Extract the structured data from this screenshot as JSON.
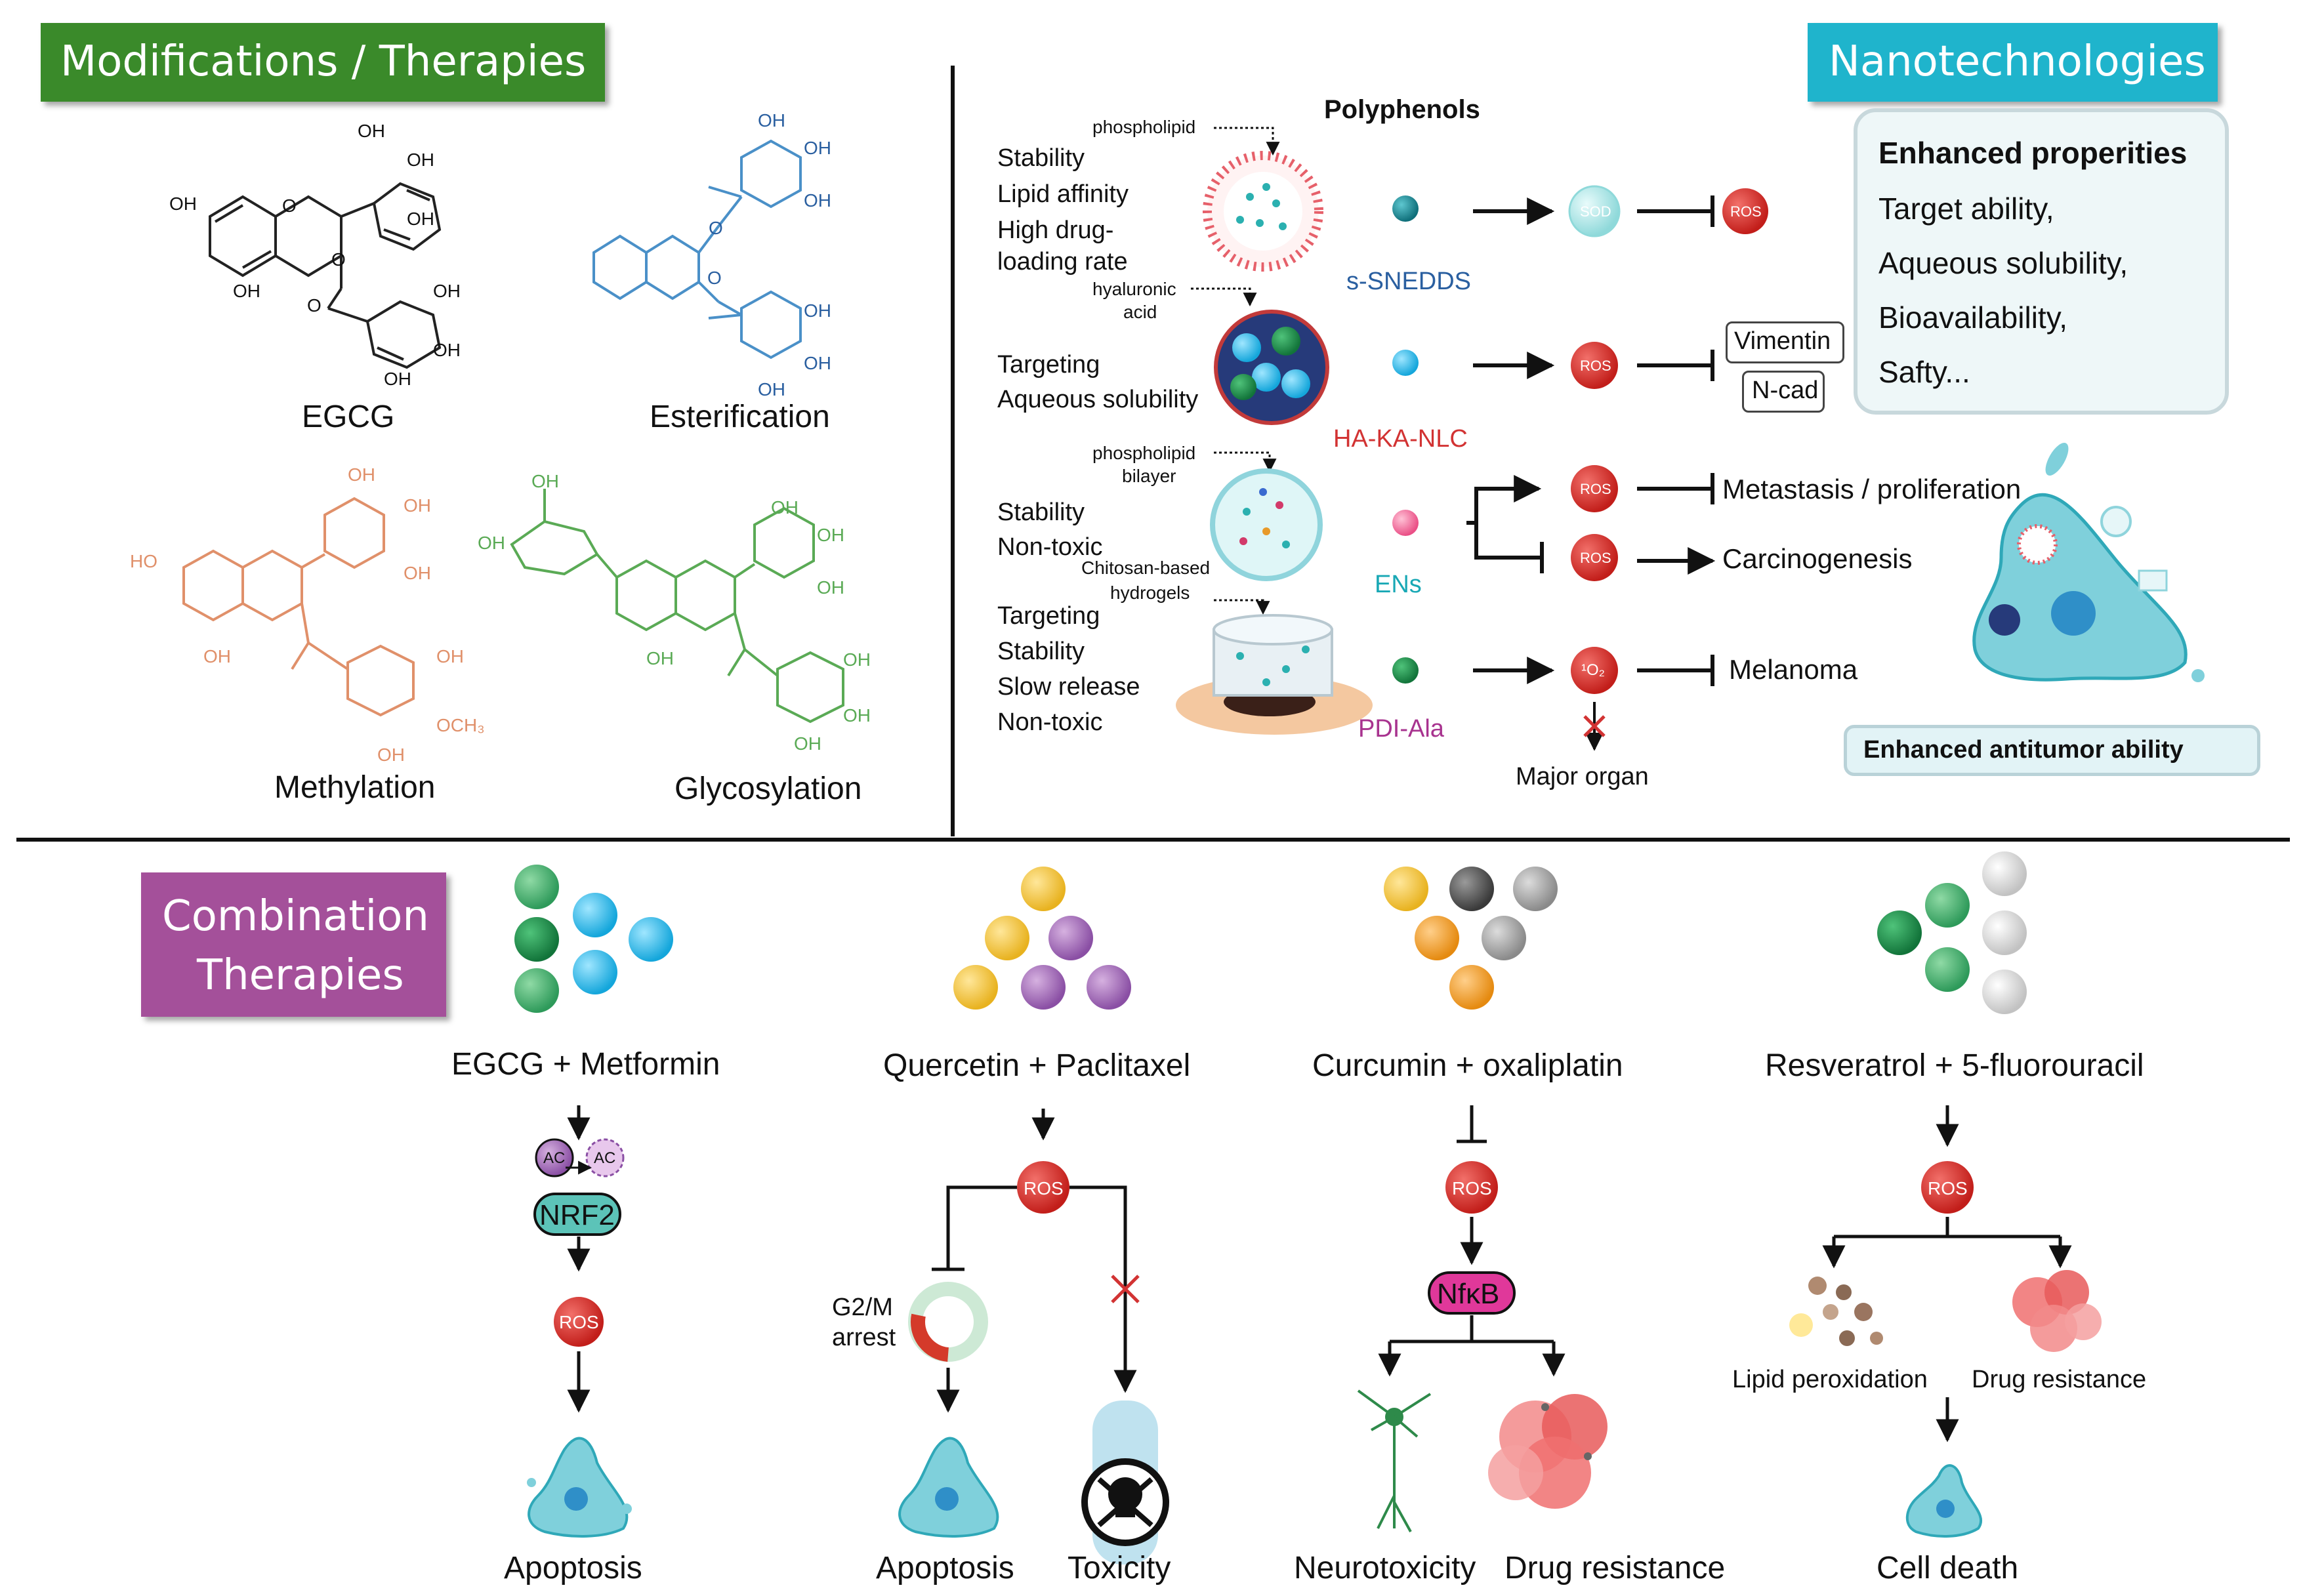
{
  "sections": {
    "modifications": {
      "title": "Modifications / Therapies",
      "color": "#3a8a2a"
    },
    "nano": {
      "title": "Nanotechnologies",
      "color": "#1fb4cc"
    },
    "combination": {
      "title_line1": "Combination",
      "title_line2": "Therapies",
      "color": "#a4509a"
    }
  },
  "molecules": {
    "egcg": "EGCG",
    "esterification": "Esterification",
    "methylation": "Methylation",
    "glycosylation": "Glycosylation",
    "atoms": {
      "oh": "OH",
      "ho": "HO",
      "o": "O",
      "och3": "OCH₃"
    }
  },
  "nano": {
    "polyphenols": "Polyphenols",
    "row1": {
      "props": [
        "Stability",
        "Lipid affinity",
        "High drug-",
        "loading rate"
      ],
      "callout_top": "phospholipid",
      "callout_bottom_1": "hyaluronic",
      "callout_bottom_2": "acid",
      "name": "s-SNEDDS",
      "node1": "SOD",
      "node2": "ROS"
    },
    "row2": {
      "props": [
        "Targeting",
        "Aqueous solubility"
      ],
      "name": "HA-KA-NLC",
      "node1": "ROS",
      "target1": "Vimentin",
      "target2": "N-cad"
    },
    "row3": {
      "callout_top_1": "phospholipid",
      "callout_top_2": "bilayer",
      "props": [
        "Stability",
        "Non-toxic"
      ],
      "callout_bottom_1": "Chitosan-based",
      "callout_bottom_2": "hydrogels",
      "name": "ENs",
      "node_up": "ROS",
      "node_down": "ROS",
      "effect_up": "Metastasis / proliferation",
      "effect_down": "Carcinogenesis"
    },
    "row4": {
      "props": [
        "Targeting",
        "Stability",
        "Slow release",
        "Non-toxic"
      ],
      "name": "PDI-Ala",
      "node1": "¹O₂",
      "effect": "Melanoma",
      "organ": "Major organ"
    },
    "enhanced_box": {
      "title": "Enhanced properities",
      "items": [
        "Target ability,",
        "Aqueous solubility,",
        "Bioavailability,",
        "Safty..."
      ]
    },
    "antitumor": "Enhanced antitumor ability"
  },
  "combos": {
    "c1": {
      "title": "EGCG + Metformin",
      "ac1": "AC",
      "ac2": "AC",
      "nrf2": "NRF2",
      "ros": "ROS",
      "result": "Apoptosis"
    },
    "c2": {
      "title": "Quercetin + Paclitaxel",
      "ros": "ROS",
      "arrest_1": "G2/M",
      "arrest_2": "arrest",
      "result1": "Apoptosis",
      "result2": "Toxicity"
    },
    "c3": {
      "title": "Curcumin + oxaliplatin",
      "ros": "ROS",
      "nfkb": "NfκB",
      "result1": "Neurotoxicity",
      "result2": "Drug resistance"
    },
    "c4": {
      "title": "Resveratrol + 5-fluorouracil",
      "ros": "ROS",
      "branch1": "Lipid peroxidation",
      "branch2": "Drug resistance",
      "result": "Cell death"
    }
  },
  "colors": {
    "ros": "#d9302a",
    "black_mol": "#222222",
    "blue_mol": "#4a90c8",
    "orange_mol": "#e0906a",
    "green_mol": "#5aaa55"
  }
}
